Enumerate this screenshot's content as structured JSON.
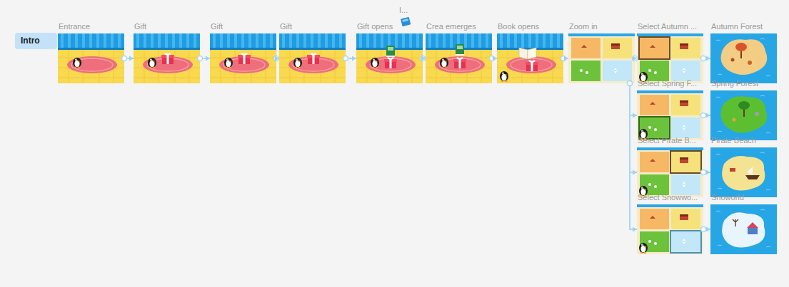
{
  "diagram": {
    "nodes": [
      {
        "text": [
          "Intro"
        ]
      },
      {
        "text": [
          "Entrance"
        ]
      },
      {
        "text": [
          "Gift"
        ]
      },
      {
        "text": [
          "Gift"
        ]
      },
      {
        "text": [
          "Gift"
        ]
      },
      {
        "text": [
          "Gift opens"
        ]
      },
      {
        "text": [
          "Crea emerges"
        ]
      },
      {
        "text": [
          "Book opens"
        ]
      },
      {
        "text": [
          "Zoom in"
        ]
      },
      {
        "text": [
          "Select Autumn ..."
        ]
      },
      {
        "text": [
          "Autumn Forest"
        ]
      },
      {
        "text": [
          "Select Spring F..."
        ]
      },
      {
        "text": [
          "Spring Forest"
        ]
      },
      {
        "text": [
          "Select Pirate B..."
        ]
      },
      {
        "text": [
          "Pirate Beach"
        ]
      },
      {
        "text": [
          "Select Snowwo..."
        ]
      },
      {
        "text": [
          "Snoworld"
        ]
      }
    ],
    "edges": [
      {
        "from": 1,
        "to": 2,
        "arrow": "to"
      },
      {
        "from": 2,
        "to": 3,
        "arrow": "to"
      },
      {
        "from": 3,
        "to": 4,
        "arrow": "to"
      },
      {
        "from": 4,
        "to": 5,
        "arrow": "to"
      },
      {
        "from": 5,
        "to": 6,
        "arrow": "to"
      },
      {
        "from": 6,
        "to": 7,
        "arrow": "to"
      },
      {
        "from": 7,
        "to": 8,
        "arrow": "to"
      },
      {
        "from": 8,
        "to": 9,
        "arrow": "to"
      },
      {
        "from": 8,
        "to": 11,
        "arrow": "to"
      },
      {
        "from": 8,
        "to": 13,
        "arrow": "to"
      },
      {
        "from": 8,
        "to": 15,
        "arrow": "to"
      },
      {
        "from": 9,
        "to": 10,
        "arrow": "to"
      },
      {
        "from": 11,
        "to": 12,
        "arrow": "to"
      },
      {
        "from": 13,
        "to": 14,
        "arrow": "to"
      },
      {
        "from": 15,
        "to": 16,
        "arrow": "to"
      }
    ],
    "labels": [
      "I..."
    ]
  }
}
